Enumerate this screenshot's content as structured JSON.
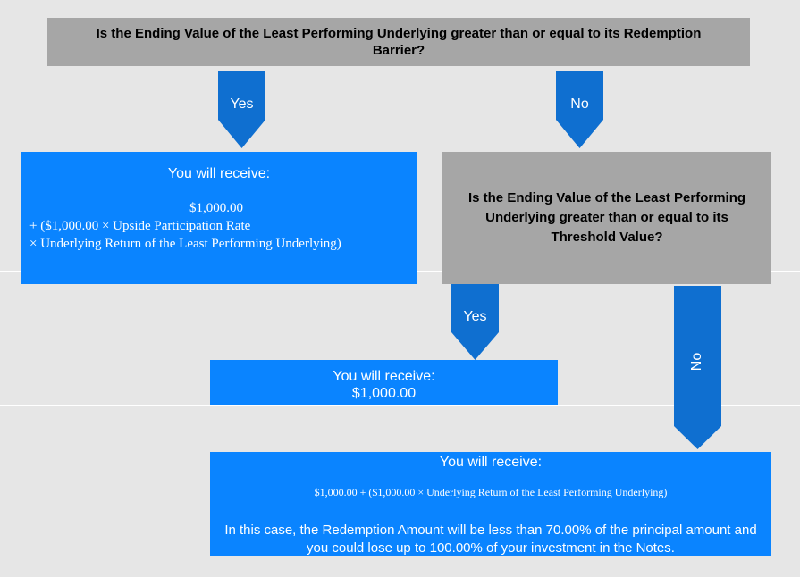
{
  "question1": "Is the Ending Value of the Least Performing Underlying greater than or equal to its Redemption Barrier?",
  "yes1": "Yes",
  "no1": "No",
  "outcome1": {
    "heading": "You will receive:",
    "amount": "$1,000.00",
    "line2": "+ ($1,000.00 × Upside Participation Rate",
    "line3": "× Underlying Return of the Least Performing Underlying)"
  },
  "question2": "Is the Ending Value of the Least Performing Underlying greater than or equal to its Threshold Value?",
  "yes2": "Yes",
  "no2": "No",
  "outcome2": {
    "heading": "You will receive:",
    "amount": "$1,000.00"
  },
  "outcome3": {
    "heading": "You will receive:",
    "formula": "$1,000.00 + ($1,000.00 × Underlying Return of the Least Performing Underlying)",
    "note": "In this case, the Redemption Amount will be less than 70.00% of the principal amount and you could lose up to 100.00% of your investment in the Notes."
  },
  "colors": {
    "background": "#e6e6e6",
    "question_fill": "#a6a6a6",
    "outcome_fill": "#0a84ff",
    "arrow_fill": "#0f6fd0"
  }
}
